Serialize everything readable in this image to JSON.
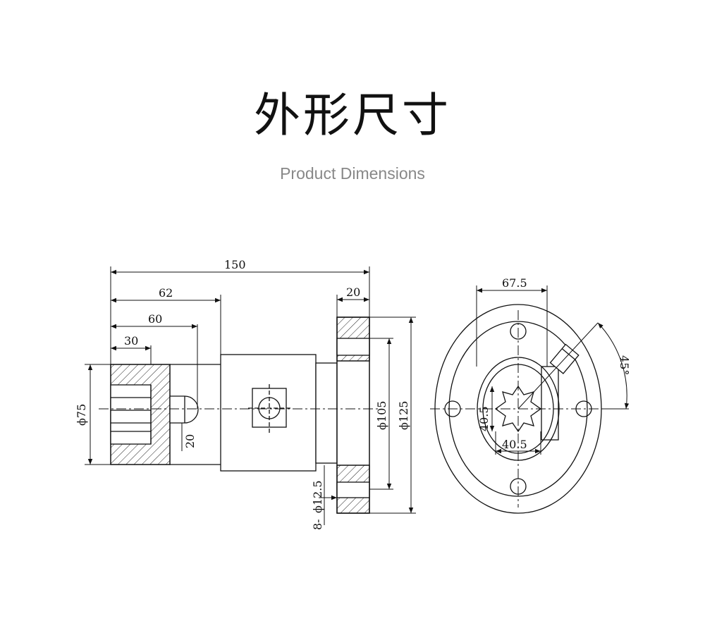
{
  "title": "外形尺寸",
  "subtitle": "Product Dimensions",
  "dimensions": {
    "total_length": "150",
    "length_62": "62",
    "length_60": "60",
    "length_30": "30",
    "flange_thickness": "20",
    "shaft_dia": "ϕ75",
    "key_20": "20",
    "pcd": "ϕ105",
    "flange_dia": "ϕ125",
    "hole_dia": "ϕ12.5",
    "hole_count": "8-",
    "pcd_half": "67.5",
    "spline_v": "40.5",
    "spline_h": "40.5",
    "angle": "45°"
  }
}
